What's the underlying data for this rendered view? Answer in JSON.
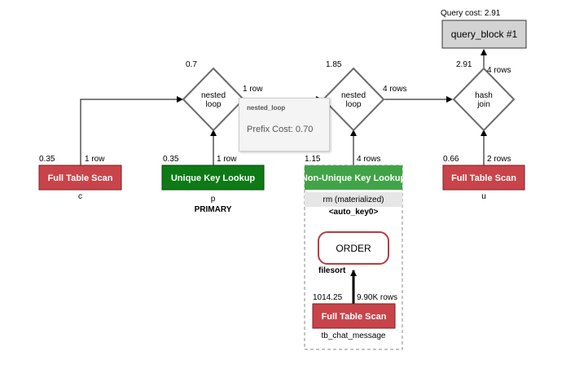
{
  "query_cost": "Query cost: 2.91",
  "query_block": "query_block #1",
  "joins": {
    "nested_loop_1": {
      "cost": "0.7",
      "label_line1": "nested",
      "label_line2": "loop",
      "out_rows": "1 row"
    },
    "nested_loop_2": {
      "cost": "1.85",
      "label_line1": "nested",
      "label_line2": "loop",
      "out_rows": "4 rows"
    },
    "hash_join": {
      "cost": "2.91",
      "label_line1": "hash",
      "label_line2": "join",
      "out_rows": "4 rows"
    }
  },
  "tables": {
    "c": {
      "cost": "0.35",
      "rows": "1 row",
      "op": "Full Table Scan",
      "name": "c"
    },
    "p": {
      "cost": "0.35",
      "rows": "1 row",
      "op": "Unique Key Lookup",
      "name": "p",
      "key": "PRIMARY"
    },
    "rm": {
      "cost": "1.15",
      "rows": "4 rows",
      "op": "Non-Unique Key Lookup",
      "name": "rm (materialized)",
      "key": "<auto_key0>"
    },
    "u": {
      "cost": "0.66",
      "rows": "2 rows",
      "op": "Full Table Scan",
      "name": "u"
    },
    "tb": {
      "cost": "1014.25",
      "rows": "9.90K rows",
      "op": "Full Table Scan",
      "name": "tb_chat_message"
    }
  },
  "order": {
    "label": "ORDER",
    "sort": "filesort"
  },
  "tooltip": {
    "title": "nested_loop",
    "body": "Prefix Cost: 0.70"
  },
  "colors": {
    "scan": "#c9444a",
    "unique_lookup": "#0e7a16",
    "nonunique_lookup": "#41a347",
    "query_block_fill": "#d3d3d3",
    "join_stroke": "#6b6b6b"
  }
}
